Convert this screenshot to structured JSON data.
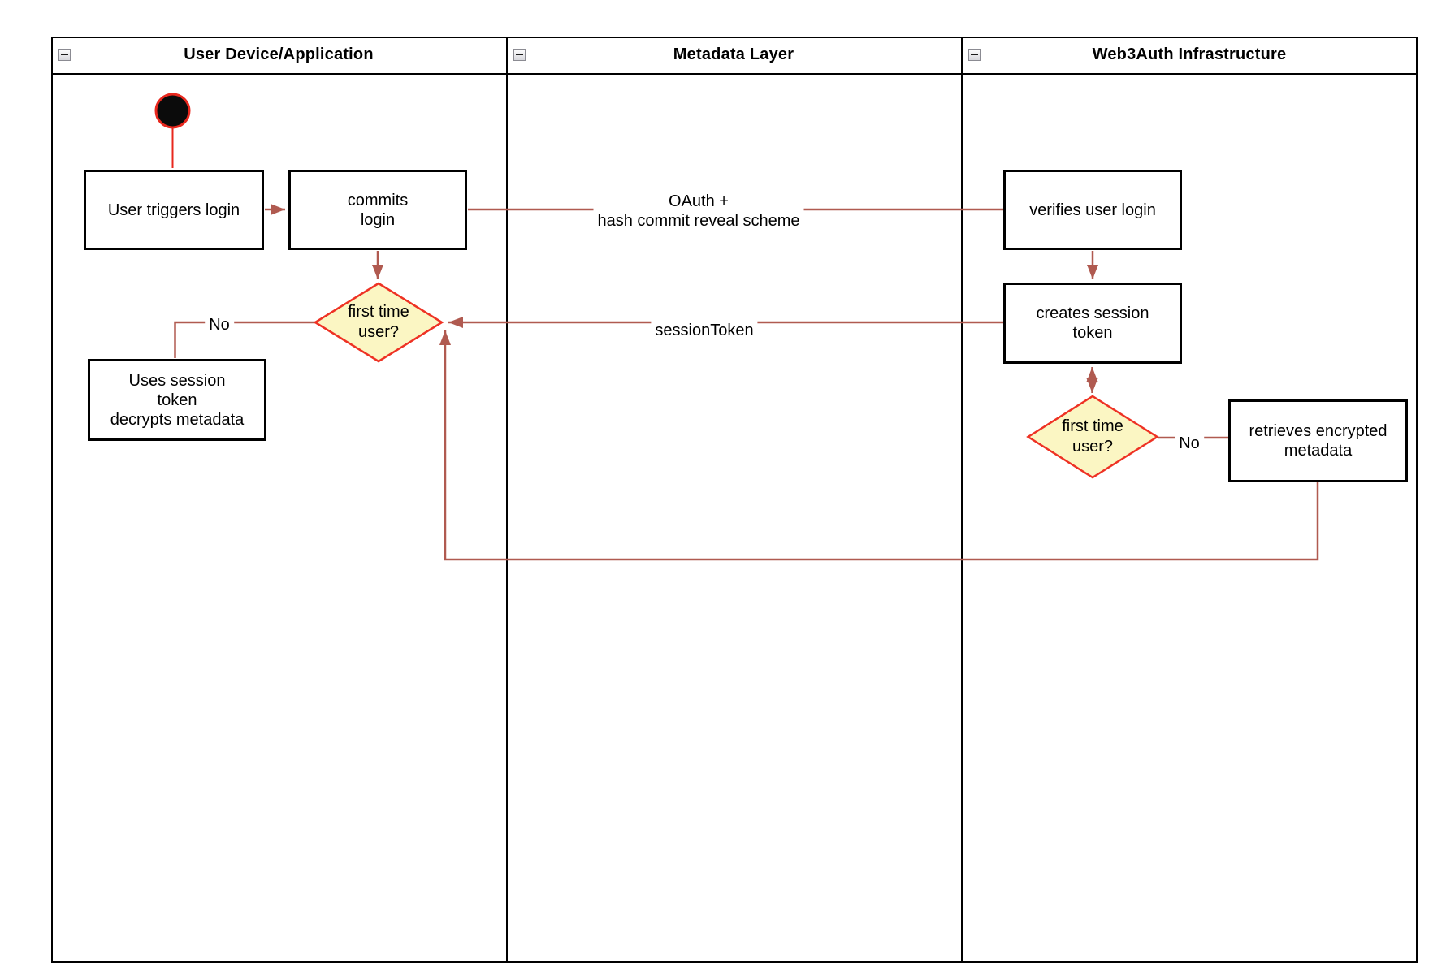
{
  "lanes": [
    {
      "title": "User Device/Application"
    },
    {
      "title": "Metadata Layer"
    },
    {
      "title": "Web3Auth Infrastructure"
    }
  ],
  "nodes": {
    "user_triggers_login": {
      "label": "User triggers login"
    },
    "commits_login": {
      "label": "commits\nlogin"
    },
    "first_time_user_device": {
      "label": "first time\nuser?"
    },
    "uses_session_token": {
      "label": "Uses session\ntoken\ndecrypts metadata"
    },
    "verifies_user_login": {
      "label": "verifies user login"
    },
    "creates_session_token": {
      "label": "creates session\ntoken"
    },
    "first_time_user_infra": {
      "label": "first time\nuser?"
    },
    "retrieves_encrypted_metadata": {
      "label": "retrieves encrypted\nmetadata"
    }
  },
  "edge_labels": {
    "oauth": "OAuth +\nhash commit reveal scheme",
    "session_token": "sessionToken",
    "no_device": "No",
    "no_infra": "No"
  },
  "colors": {
    "connector": "#B05A50",
    "decision_stroke": "#EE3224",
    "decision_fill": "#FBF6C3",
    "start_stroke": "#E8281E",
    "node_border": "#000000",
    "lane_border": "#000000",
    "background": "#FFFFFF"
  }
}
